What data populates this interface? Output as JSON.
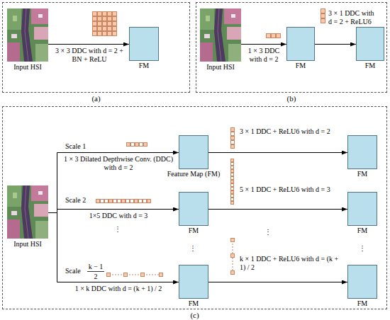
{
  "diagram": {
    "nodes": [
      {
        "text": [
          "(a)"
        ]
      },
      {
        "text": [
          "Input HSI"
        ],
        "in": 0
      },
      {
        "text": [
          "FM"
        ],
        "in": 0
      },
      {
        "text": [
          "(b)"
        ]
      },
      {
        "text": [
          "Input HSI"
        ],
        "in": 3
      },
      {
        "text": [
          "FM"
        ],
        "in": 3
      },
      {
        "text": [
          "FM"
        ],
        "in": 3
      },
      {
        "text": [
          "(c)"
        ]
      },
      {
        "text": [
          "Input HSI"
        ],
        "in": 7
      },
      {
        "text": [
          "Feature Map (FM)"
        ],
        "in": 7
      },
      {
        "text": [
          "FM"
        ],
        "in": 7
      },
      {
        "text": [
          "FM"
        ],
        "in": 7
      },
      {
        "text": [
          "FM"
        ],
        "in": 7
      },
      {
        "text": [
          "FM"
        ],
        "in": 7
      },
      {
        "text": [
          "FM"
        ],
        "in": 7
      }
    ],
    "edges": [
      {
        "from": 1,
        "to": 2,
        "arrow": "to",
        "label": "3 × 3 DDC with d = 2 + BN + ReLU"
      },
      {
        "from": 4,
        "to": 5,
        "arrow": "to",
        "label": "1 × 3 DDC with d = 2"
      },
      {
        "from": 5,
        "to": 6,
        "arrow": "to",
        "label": "3 × 1 DDC with d = 2 + ReLU6"
      },
      {
        "from": 8,
        "to": 9,
        "arrow": "to",
        "label": "1 × 3 Dilated Depthwise Conv. (DDC) with d = 2"
      },
      {
        "from": 9,
        "to": 10,
        "arrow": "to",
        "label": "3 × 1 DDC + ReLU6 with d = 2"
      },
      {
        "from": 8,
        "to": 11,
        "arrow": "to",
        "label": "1×5 DDC with d = 3"
      },
      {
        "from": 11,
        "to": 12,
        "arrow": "to",
        "label": "5 × 1 DDC + ReLU6 with d = 3"
      },
      {
        "from": 8,
        "to": 13,
        "arrow": "to",
        "label": "1 × k DDC with d = (k + 1) / 2"
      },
      {
        "from": 13,
        "to": 14,
        "arrow": "to",
        "label": "k × 1 DDC + ReLU6 with d = (k + 1) / 2"
      }
    ],
    "labels": [
      "Scale 1",
      "Scale 2",
      "Scale",
      "k − 1",
      "2",
      "⋮",
      "⋮",
      "⋮",
      "⋮"
    ]
  }
}
